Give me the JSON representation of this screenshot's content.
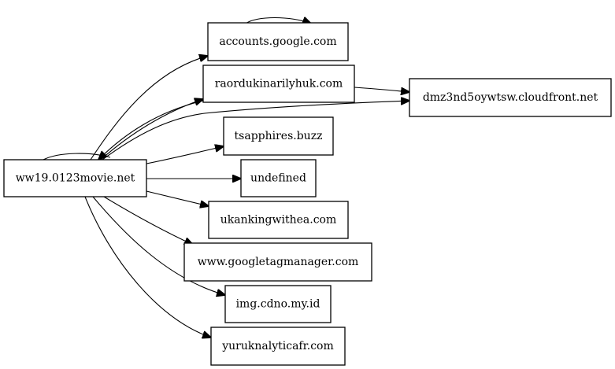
{
  "graph": {
    "nodes": {
      "source": "ww19.0123movie.net",
      "accounts": "accounts.google.com",
      "raordu": "raordukinarilyhuk.com",
      "cloudfront": "dmz3nd5oywtsw.cloudfront.net",
      "tsapphires": "tsapphires.buzz",
      "undefined": "undefined",
      "ukanking": "ukankingwithea.com",
      "gtm": "www.googletagmanager.com",
      "cdno": "img.cdno.my.id",
      "yuruk": "yuruknalyticafr.com"
    },
    "edges": [
      {
        "from": "source",
        "to": "source"
      },
      {
        "from": "source",
        "to": "accounts"
      },
      {
        "from": "accounts",
        "to": "accounts"
      },
      {
        "from": "source",
        "to": "raordu"
      },
      {
        "from": "raordu",
        "to": "source"
      },
      {
        "from": "raordu",
        "to": "cloudfront"
      },
      {
        "from": "source",
        "to": "cloudfront"
      },
      {
        "from": "cloudfront",
        "to": "source"
      },
      {
        "from": "source",
        "to": "tsapphires"
      },
      {
        "from": "source",
        "to": "undefined"
      },
      {
        "from": "source",
        "to": "ukanking"
      },
      {
        "from": "source",
        "to": "gtm"
      },
      {
        "from": "source",
        "to": "cdno"
      },
      {
        "from": "source",
        "to": "yuruk"
      }
    ]
  }
}
